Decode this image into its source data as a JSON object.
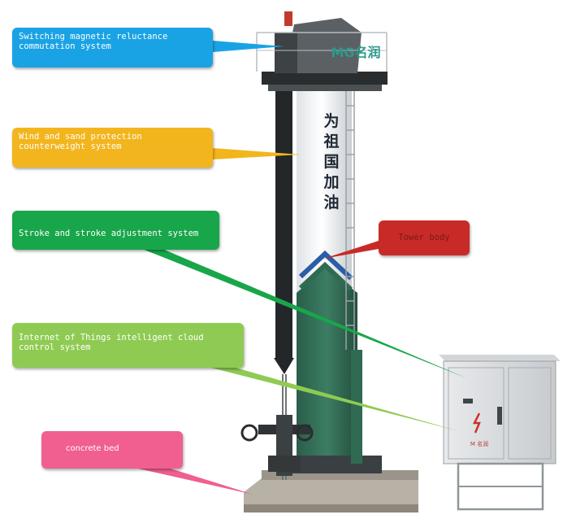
{
  "callouts": {
    "magnetic": "Switching magnetic reluctance commutation system",
    "wind": "Wind and sand protection counterweight system",
    "stroke": "Stroke and stroke adjustment system",
    "tower": "Tower body",
    "iot": "Internet of Things intelligent cloud control system",
    "concrete": "concrete bed"
  },
  "machine": {
    "brand": "MG名润",
    "vertical_text": [
      "为",
      "祖",
      "国",
      "加",
      "油"
    ],
    "cabinet_label": "M 名润"
  },
  "colors": {
    "blue": "#1aa3e4",
    "yellow": "#f2b51d",
    "green": "#18a64a",
    "lime": "#8fcb52",
    "red": "#c82b27",
    "pink": "#f05f8f",
    "tower_green": "#2e6b52"
  }
}
